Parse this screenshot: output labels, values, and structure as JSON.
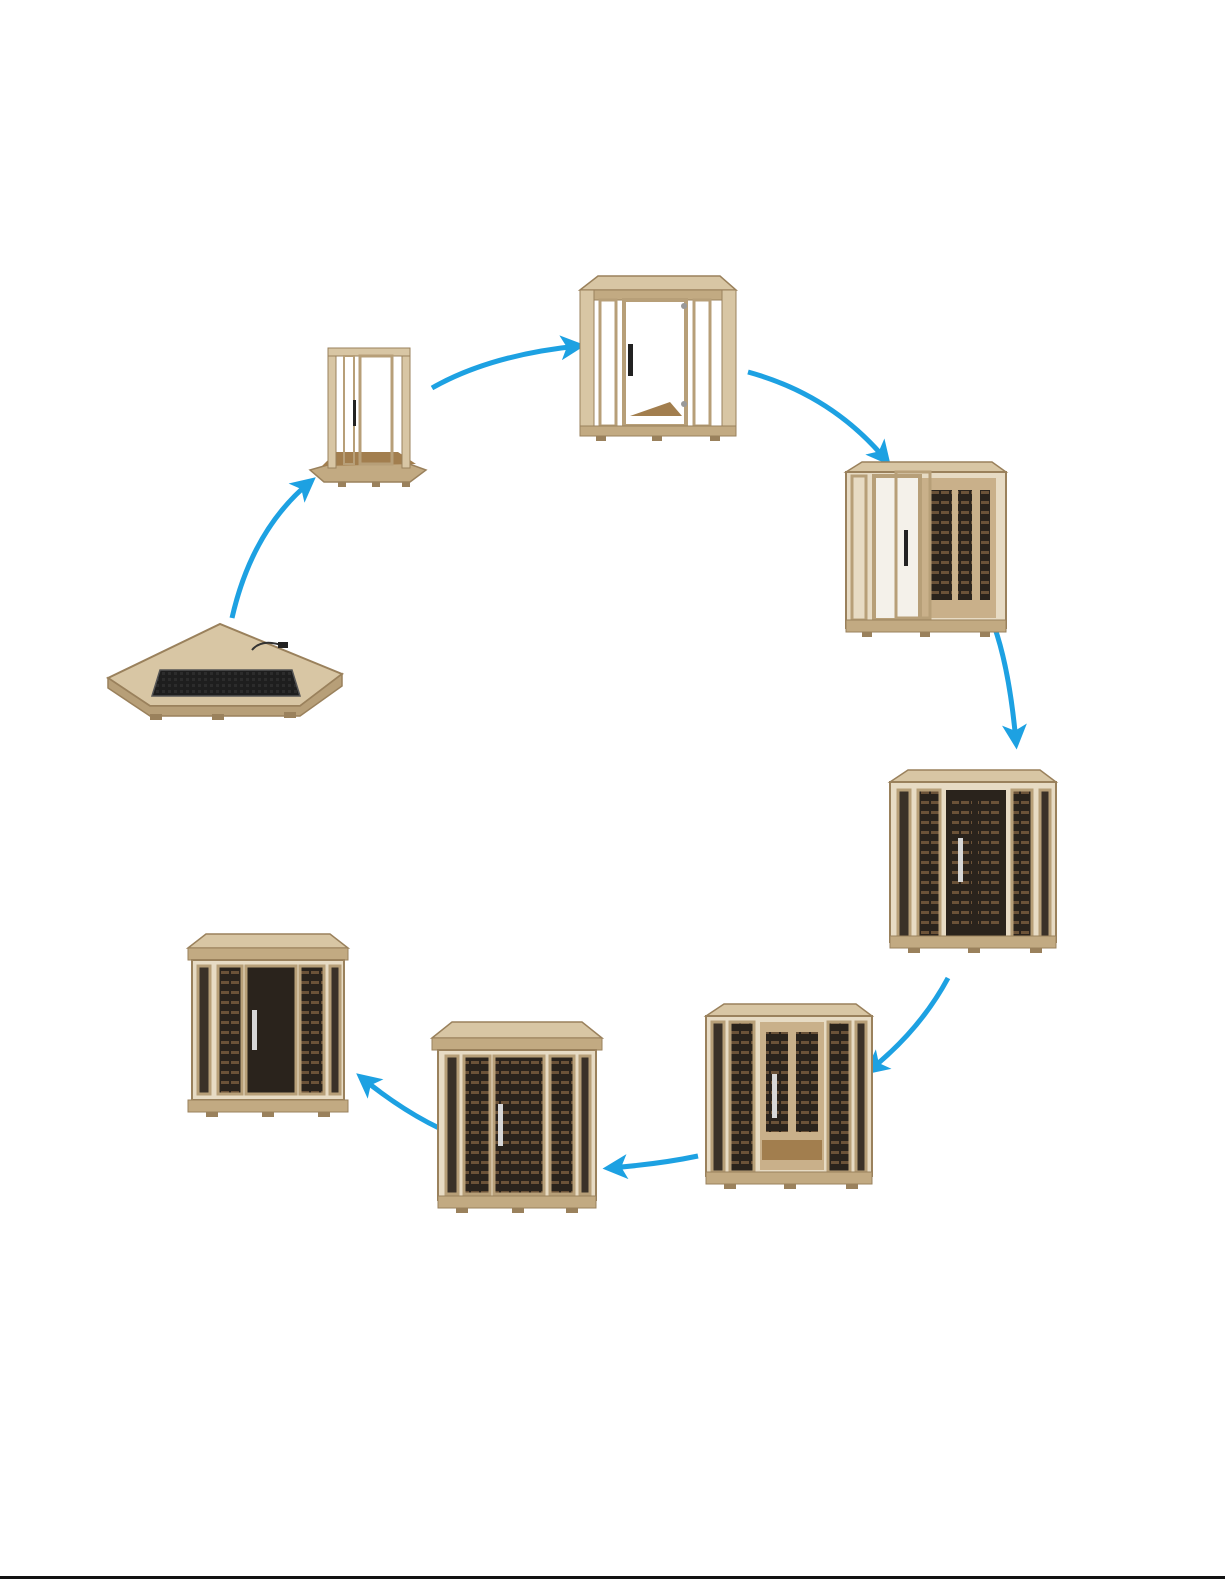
{
  "diagram": {
    "type": "assembly-sequence",
    "arrow_color": "#1da1e2",
    "wood_light": "#d8c6a4",
    "wood_mid": "#c2aa82",
    "wood_dark": "#9a815c",
    "glass": "#f4f1ea",
    "interior_dark": "#2a231c",
    "steps": [
      {
        "id": "floor-base",
        "stage": "base"
      },
      {
        "id": "front-frame",
        "stage": "frame"
      },
      {
        "id": "wide-frame",
        "stage": "wide-frame"
      },
      {
        "id": "side-walls",
        "stage": "walls"
      },
      {
        "id": "door-installed",
        "stage": "door"
      },
      {
        "id": "back-walls",
        "stage": "interior"
      },
      {
        "id": "roof-installed",
        "stage": "roof"
      },
      {
        "id": "completed-sauna",
        "stage": "complete"
      }
    ]
  }
}
